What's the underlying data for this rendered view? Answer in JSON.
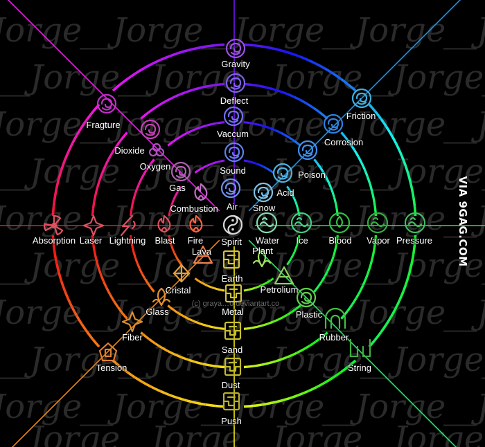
{
  "watermark": {
    "text": "Jorge",
    "color": "#2a2a2a"
  },
  "brand": {
    "text": "VIA 9GAG.COM"
  },
  "credit": {
    "text": "(c) graya…o.deviantart.co"
  },
  "nodes": [
    {
      "id": "gravity",
      "label": "Gravity",
      "color": "#9b4fe0",
      "icon": "swirl-icon"
    },
    {
      "id": "deflect",
      "label": "Deflect",
      "color": "#8060f0",
      "icon": "swirl-icon"
    },
    {
      "id": "vaccum",
      "label": "Vaccum",
      "color": "#7070f0",
      "icon": "swirl-icon"
    },
    {
      "id": "sound",
      "label": "Sound",
      "color": "#6080f0",
      "icon": "swirl-icon"
    },
    {
      "id": "air",
      "label": "Air",
      "color": "#7090f0",
      "icon": "swirl-icon"
    },
    {
      "id": "spirit",
      "label": "Spirit",
      "color": "#d8d8d8",
      "icon": "yin-yang-icon"
    },
    {
      "id": "earth",
      "label": "Earth",
      "color": "#d8c040",
      "icon": "earth-glyph-icon"
    },
    {
      "id": "metal",
      "label": "Metal",
      "color": "#d0c040",
      "icon": "earth-glyph-icon"
    },
    {
      "id": "sand",
      "label": "Sand",
      "color": "#c8c030",
      "icon": "earth-glyph-icon"
    },
    {
      "id": "dust",
      "label": "Dust",
      "color": "#c0b830",
      "icon": "earth-glyph-icon"
    },
    {
      "id": "push",
      "label": "Push",
      "color": "#b8b030",
      "icon": "earth-glyph-icon"
    },
    {
      "id": "fragture",
      "label": "Fragture",
      "color": "#c030c8",
      "icon": "swirl-icon"
    },
    {
      "id": "dioxide",
      "label": "Dioxide",
      "color": "#c040b0",
      "icon": "swirl-icon"
    },
    {
      "id": "oxygen",
      "label": "Oxygen",
      "color": "#b050c0",
      "icon": "cloud-icon"
    },
    {
      "id": "gas",
      "label": "Gas",
      "color": "#b060b0",
      "icon": "swirl-icon"
    },
    {
      "id": "combustion",
      "label": "Combustion",
      "color": "#c070c0",
      "icon": "flame-icon"
    },
    {
      "id": "friction",
      "label": "Friction",
      "color": "#40b0e0",
      "icon": "swirl-icon"
    },
    {
      "id": "corrosion",
      "label": "Corrosion",
      "color": "#3080e0",
      "icon": "swirl-icon"
    },
    {
      "id": "poison",
      "label": "Poison",
      "color": "#4090f0",
      "icon": "swirl-icon"
    },
    {
      "id": "acid",
      "label": "Acid",
      "color": "#50b0e0",
      "icon": "swirl-icon"
    },
    {
      "id": "snow",
      "label": "Snow",
      "color": "#80c0e0",
      "icon": "swirl-icon"
    },
    {
      "id": "absorption",
      "label": "Absorption",
      "color": "#e05060",
      "icon": "fan-icon"
    },
    {
      "id": "laser",
      "label": "Laser",
      "color": "#e05060",
      "icon": "star-icon"
    },
    {
      "id": "lightning",
      "label": "Lightning",
      "color": "#e05060",
      "icon": "bolt-icon"
    },
    {
      "id": "blast",
      "label": "Blast",
      "color": "#e05060",
      "icon": "flame-icon"
    },
    {
      "id": "fire",
      "label": "Fire",
      "color": "#ff6040",
      "icon": "flame-icon"
    },
    {
      "id": "water",
      "label": "Water",
      "color": "#80e0b0",
      "icon": "wave-icon"
    },
    {
      "id": "ice",
      "label": "Ice",
      "color": "#40d080",
      "icon": "wave-icon"
    },
    {
      "id": "blood",
      "label": "Blood",
      "color": "#30c040",
      "icon": "drop-icon"
    },
    {
      "id": "vapor",
      "label": "Vapor",
      "color": "#30b040",
      "icon": "wave-icon"
    },
    {
      "id": "pressure",
      "label": "Pressure",
      "color": "#40c060",
      "icon": "wave-icon"
    },
    {
      "id": "lava",
      "label": "Lava",
      "color": "#f08050",
      "icon": "mountain-icon"
    },
    {
      "id": "cristal",
      "label": "Cristal",
      "color": "#e0a040",
      "icon": "crystal-icon"
    },
    {
      "id": "glass",
      "label": "Glass",
      "color": "#e09030",
      "icon": "leaf-icon"
    },
    {
      "id": "fiber",
      "label": "Fiber",
      "color": "#e09030",
      "icon": "star-icon"
    },
    {
      "id": "tension",
      "label": "Tension",
      "color": "#e08030",
      "icon": "knot-icon"
    },
    {
      "id": "plant",
      "label": "Plant",
      "color": "#a0e060",
      "icon": "leaf-icon"
    },
    {
      "id": "petrolium",
      "label": "Petrolium",
      "color": "#90d060",
      "icon": "mountain-icon"
    },
    {
      "id": "plastic",
      "label": "Plastic",
      "color": "#60d050",
      "icon": "swirl-icon"
    },
    {
      "id": "rubber",
      "label": "Rubber",
      "color": "#40c040",
      "icon": "arch-icon"
    },
    {
      "id": "string",
      "label": "String",
      "color": "#40b040",
      "icon": "bracket-icon"
    }
  ]
}
